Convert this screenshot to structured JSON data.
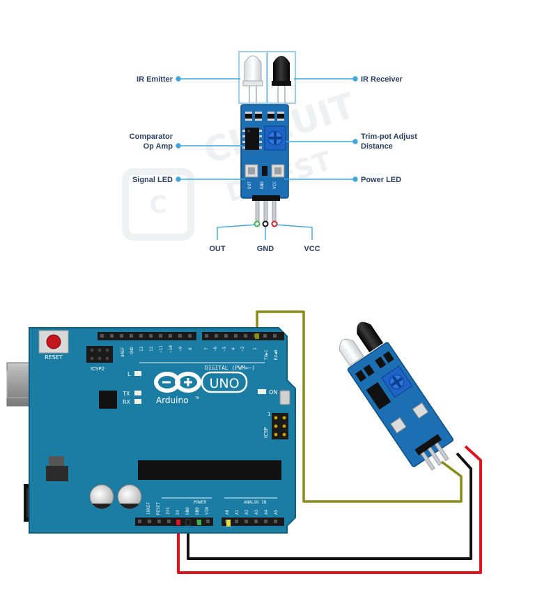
{
  "callouts": {
    "ir_emitter": "IR Emitter",
    "ir_receiver": "IR Receiver",
    "comparator_1": "Comparator",
    "comparator_2": "Op Amp",
    "trimpot_1": "Trim-pot Adjust",
    "trimpot_2": "Distance",
    "signal_led": "Signal LED",
    "power_led": "Power LED",
    "out": "OUT",
    "gnd": "GND",
    "vcc": "VCC"
  },
  "module_silk": {
    "out": "OUT",
    "gnd": "GND",
    "vcc": "VCC"
  },
  "watermark": {
    "line1": "CIRCUIT",
    "line2": "DIGEST"
  },
  "arduino": {
    "reset": "RESET",
    "icsp2": "ICSP2",
    "icsp": "ICSP",
    "brand": "Arduino",
    "model": "UNO",
    "tm": "TM",
    "digital": "DIGITAL (PWM=~)",
    "power": "POWER",
    "analog_in": "ANALOG IN",
    "on": "ON",
    "led_l": "L",
    "led_tx": "TX",
    "led_rx": "RX",
    "icsp_pin1": "1",
    "aref": "AREF",
    "gnd_top": "GND",
    "d13": "13",
    "d12": "12",
    "d11": "~11",
    "d10": "~10",
    "d9": "~9",
    "d8": "8",
    "d7": "7",
    "d6": "~6",
    "d5": "~5",
    "d4": "4",
    "d3": "~3",
    "d2": "2",
    "tx1": "TX▶1",
    "rx0": "RX◀0",
    "ioref": "IOREF",
    "p_reset": "RESET",
    "p3v3": "3V3",
    "p5v": "5V",
    "pgnd1": "GND",
    "pgnd2": "GND",
    "pvin": "VIN",
    "a0": "A0",
    "a1": "A1",
    "a2": "A2",
    "a3": "A3",
    "a4": "A4",
    "a5": "A5"
  },
  "colors": {
    "board": "#1b7da3",
    "board_edge": "#0f5f80",
    "callout_line": "#3fa7dc",
    "callout_text": "#2b3f63",
    "wire_signal": "#8a8a18",
    "wire_gnd": "#111111",
    "wire_vcc": "#e0121b",
    "module_pcb": "#1c6fb3",
    "trimpot": "#1e62c6"
  }
}
